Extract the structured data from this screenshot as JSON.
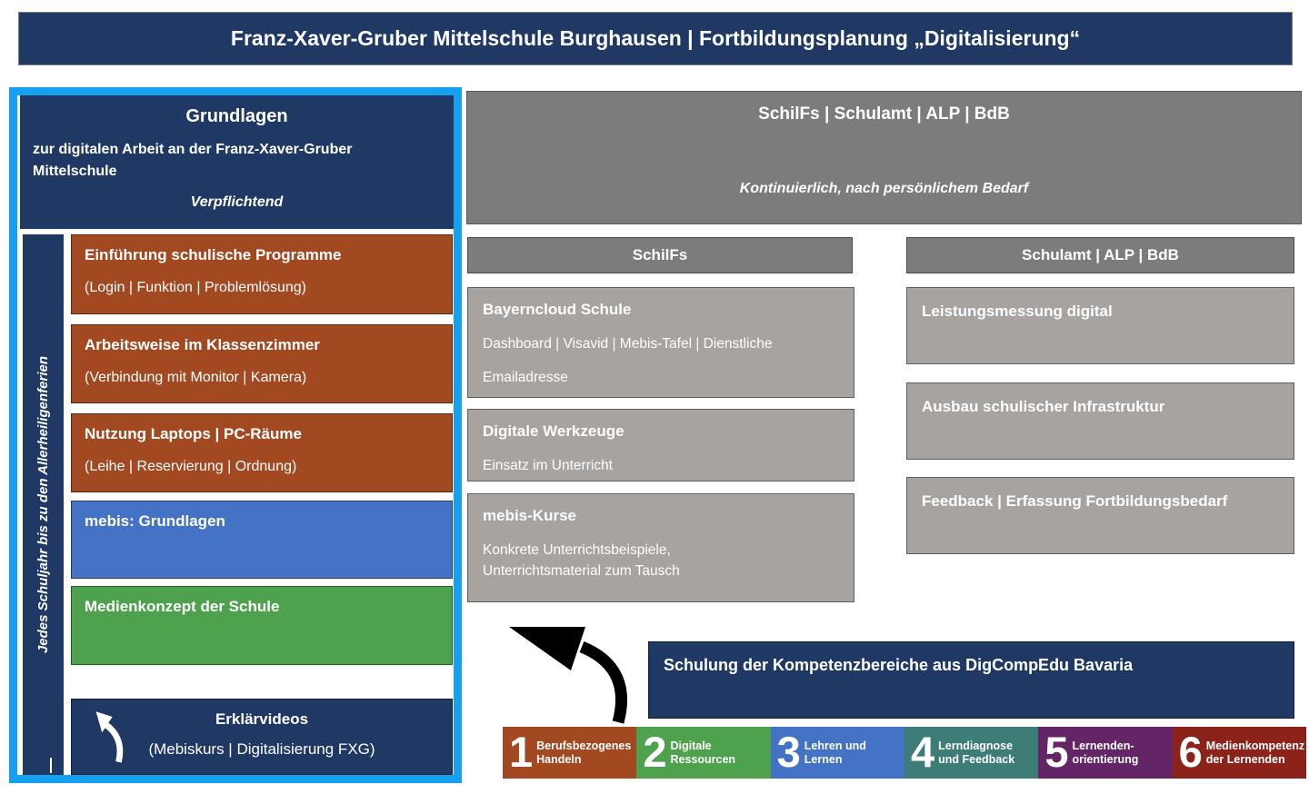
{
  "page": {
    "title": "Franz-Xaver-Gruber Mittelschule Burghausen | Fortbildungsplanung „Digitalisierung“"
  },
  "left_panel": {
    "header": {
      "title": "Grundlagen",
      "subtitle": "zur digitalen Arbeit an der Franz-Xaver-Gruber Mittelschule",
      "note": "Verpflichtend"
    },
    "sidebar_label": "Jedes Schuljahr bis zu den Allerheiligenferien",
    "boxes": [
      {
        "title": "Einführung schulische Programme",
        "subtitle": "(Login | Funktion | Problemlösung)",
        "color": "#A34921"
      },
      {
        "title": "Arbeitsweise im Klassenzimmer",
        "subtitle": "(Verbindung mit Monitor | Kamera)",
        "color": "#A34921"
      },
      {
        "title": "Nutzung Laptops | PC-Räume",
        "subtitle": "(Leihe | Reservierung | Ordnung)",
        "color": "#A34921"
      },
      {
        "title": "mebis: Grundlagen",
        "subtitle": "",
        "color": "#4472C4"
      },
      {
        "title": "Medienkonzept der Schule",
        "subtitle": "",
        "color": "#4EA24E"
      }
    ],
    "footer_box": {
      "title": "Erklärvideos",
      "subtitle": "(Mebiskurs | Digitalisierung FXG)"
    }
  },
  "right_panel": {
    "header": {
      "title": "SchilFs | Schulamt | ALP | BdB",
      "note": "Kontinuierlich, nach persönlichem Bedarf"
    },
    "schilfs": {
      "header": "SchilFs",
      "boxes": [
        {
          "title": "Bayerncloud Schule",
          "line1": "Dashboard | Visavid | Mebis-Tafel | Dienstliche",
          "line2": "Emailadresse"
        },
        {
          "title": "Digitale Werkzeuge",
          "line1": "Einsatz im Unterricht",
          "line2": ""
        },
        {
          "title": "mebis-Kurse",
          "line1": "Konkrete Unterrichtsbeispiele,",
          "line2": "Unterrichtsmaterial zum Tausch"
        }
      ]
    },
    "schulamt": {
      "header": "Schulamt | ALP | BdB",
      "boxes": [
        {
          "title": "Leistungsmessung digital"
        },
        {
          "title": "Ausbau schulischer Infrastruktur"
        },
        {
          "title": "Feedback | Erfassung Fortbildungsbedarf"
        }
      ]
    }
  },
  "bottom": {
    "banner": "Schulung der Kompetenzbereiche aus DigCompEdu Bavaria",
    "competences": [
      {
        "number": "1",
        "line1": "Berufsbezogenes",
        "line2": "Handeln",
        "color": "#A34921"
      },
      {
        "number": "2",
        "line1": "Digitale",
        "line2": "Ressourcen",
        "color": "#4EA24E"
      },
      {
        "number": "3",
        "line1": "Lehren und",
        "line2": "Lernen",
        "color": "#4472C4"
      },
      {
        "number": "4",
        "line1": "Lerndiagnose",
        "line2": "und Feedback",
        "color": "#3E7C78"
      },
      {
        "number": "5",
        "line1": "Lernenden-",
        "line2": "orientierung",
        "color": "#632566"
      },
      {
        "number": "6",
        "line1": "Medienkompetenz",
        "line2": "der Lernenden",
        "color": "#8C231A"
      }
    ]
  },
  "colors": {
    "navy": "#1F3864",
    "highlight_frame": "#16A1F0",
    "brown": "#A34921",
    "blue": "#4472C4",
    "green": "#4EA24E",
    "gray_header": "#7C7C7C",
    "gray_box": "#A6A3A1",
    "teal": "#3E7C78",
    "purple": "#632566",
    "dark_red": "#8C231A"
  }
}
